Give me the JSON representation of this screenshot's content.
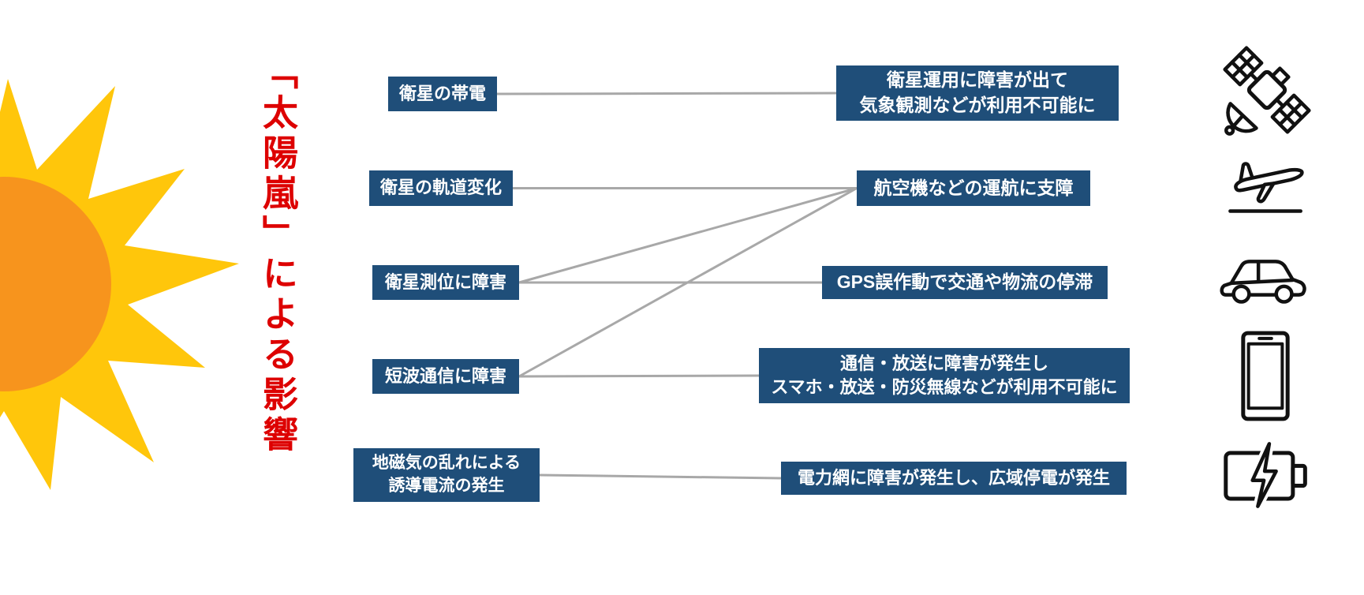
{
  "title": {
    "text": "「太陽嵐」による影響"
  },
  "diagram": {
    "causes": [
      {
        "id": "c1",
        "label": "衛星の帯電"
      },
      {
        "id": "c2",
        "label": "衛星の軌道変化"
      },
      {
        "id": "c3",
        "label": "衛星測位に障害"
      },
      {
        "id": "c4",
        "label": "短波通信に障害"
      },
      {
        "id": "c5",
        "label": "地磁気の乱れによる\n誘導電流の発生"
      }
    ],
    "effects": [
      {
        "id": "e1",
        "label": "衛星運用に障害が出て\n気象観測などが利用不可能に"
      },
      {
        "id": "e2",
        "label": "航空機などの運航に支障"
      },
      {
        "id": "e3",
        "label": "GPS誤作動で交通や物流の停滞"
      },
      {
        "id": "e4",
        "label": "通信・放送に障害が発生し\nスマホ・放送・防災無線などが利用不可能に"
      },
      {
        "id": "e5",
        "label": "電力網に障害が発生し、広域停電が発生"
      }
    ],
    "connections": [
      [
        "c1",
        "e1"
      ],
      [
        "c2",
        "e2"
      ],
      [
        "c3",
        "e2"
      ],
      [
        "c3",
        "e3"
      ],
      [
        "c4",
        "e2"
      ],
      [
        "c4",
        "e4"
      ],
      [
        "c5",
        "e5"
      ]
    ]
  },
  "icons": [
    {
      "name": "satellite-icon"
    },
    {
      "name": "airplane-icon"
    },
    {
      "name": "car-icon"
    },
    {
      "name": "smartphone-icon"
    },
    {
      "name": "battery-icon"
    }
  ],
  "colors": {
    "box_background": "#1F4E79",
    "box_text": "#FFFFFF",
    "title_red": "#DD0000",
    "connector_gray": "#A8A8A8",
    "sun_yellow": "#FFC60B",
    "sun_orange": "#F7941D",
    "icon_black": "#111111"
  }
}
